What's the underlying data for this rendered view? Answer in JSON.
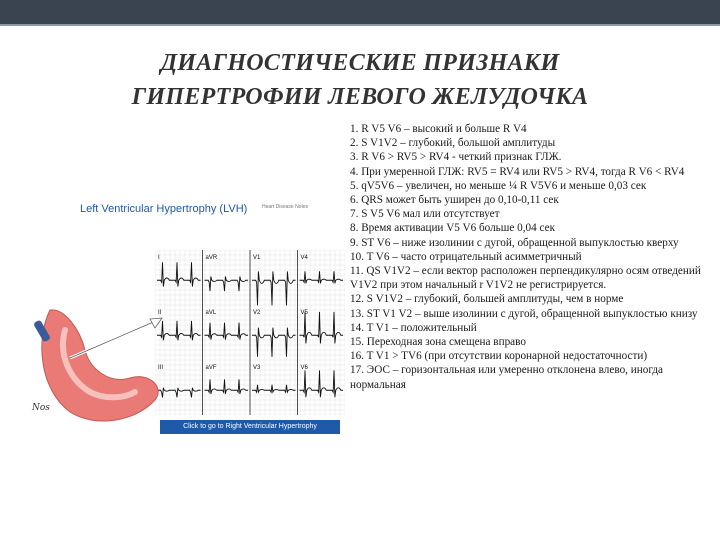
{
  "title": {
    "line1": "ДИАГНОСТИЧЕСКИЕ ПРИЗНАКИ",
    "line2": "ГИПЕРТРОФИИ ЛЕВОГО ЖЕЛУДОЧКА"
  },
  "figure": {
    "heading": "Left Ventricular Hypertrophy (LVH)",
    "credit": "Heart Disease Notes",
    "footer": "Click to go to Right Ventricular Hypertrophy",
    "leads": [
      "I",
      "aVR",
      "V1",
      "V4",
      "II",
      "aVL",
      "V2",
      "V5",
      "III",
      "aVF",
      "V3",
      "V6"
    ]
  },
  "criteria": [
    "1. R V5 V6 – высокий и больше R V4",
    "2. S V1V2 – глубокий, большой амплитуды",
    "3. R V6 > RV5 > RV4 - четкий признак ГЛЖ.",
    "4. При умеренной ГЛЖ: RV5 = RV4 или RV5 > RV4, тогда R V6 < RV4",
    "5. qV5V6 – увеличен, но меньше ¼ R V5V6 и меньше 0,03 сек",
    "6. QRS может быть уширен до 0,10-0,11 сек",
    "7. S V5 V6 мал или отсутствует",
    "8. Время активации V5 V6 больше 0,04 сек",
    "9. ST V6 – ниже изолинии с дугой, обращенной выпуклостью кверху",
    "10. T V6 – часто отрицательный асимметричный",
    "11. QS V1V2 – если вектор расположен перпендикулярно осям отведений V1V2 при этом начальный r V1V2 не регистрируется.",
    "12. S V1V2 – глубокий, большей амплитуды, чем в норме",
    "13. ST V1 V2 – выше изолинии с дугой, обращенной выпуклостью книзу",
    "14. T V1 – положительный",
    "15. Переходная зона смещена вправо",
    "16. T V1 > TV6 (при отсутствии коронарной недостаточности)",
    "17. ЭОС – горизонтальная или умеренно отклонена влево, иногда нормальная"
  ],
  "colors": {
    "topbar": "#3a4450",
    "heart": "#e97a75",
    "figure_heading": "#1e5aa8"
  }
}
